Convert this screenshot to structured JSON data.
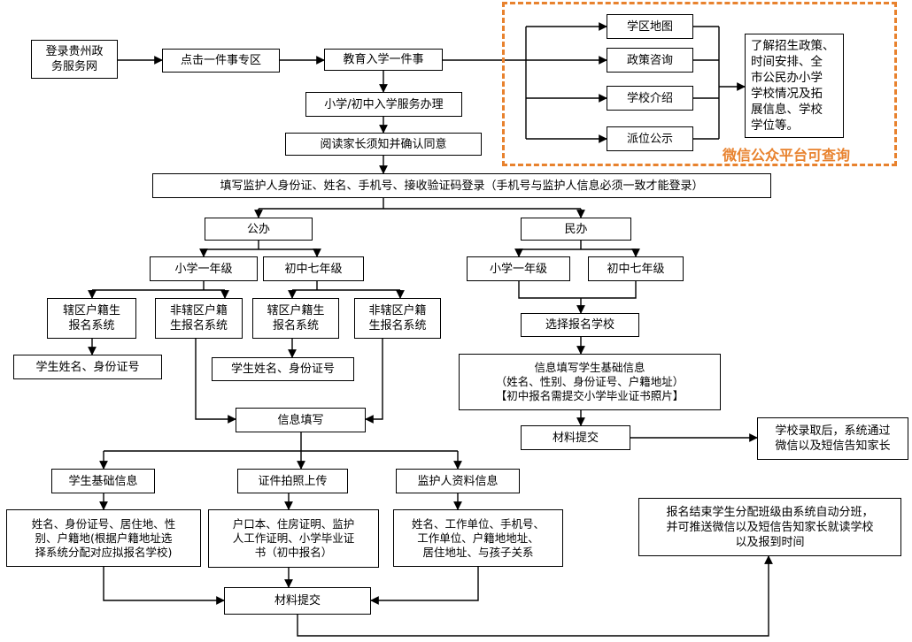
{
  "nodes": {
    "login": "登录贵州政\n务服务网",
    "one_thing_zone": "点击一件事专区",
    "edu_enroll": "教育入学一件事",
    "school_district_map": "学区地图",
    "policy_consult": "政策咨询",
    "school_intro": "学校介绍",
    "placement_notice": "派位公示",
    "wechat_info": "了解招生政策、\n时间安排、全\n市公民办小学\n学校情况及拓\n展信息、学校\n学位等。",
    "wechat_note": "微信公众平台可查询",
    "enroll_service": "小学/初中入学服务办理",
    "read_notice": "阅读家长须知并确认同意",
    "fill_guardian": "填写监护人身份证、姓名、手机号、接收验证码登录（手机号与监护人信息必须一致才能登录）",
    "public": "公办",
    "private": "民办",
    "pub_grade1": "小学一年级",
    "pub_grade7": "初中七年级",
    "pri_grade1": "小学一年级",
    "pri_grade7": "初中七年级",
    "local_sys_1": "辖区户籍生\n报名系统",
    "nonlocal_sys_1": "非辖区户籍\n生报名系统",
    "local_sys_7": "辖区户籍生\n报名系统",
    "nonlocal_sys_7": "非辖区户籍\n生报名系统",
    "student_id_1": "学生姓名、身份证号",
    "student_id_7": "学生姓名、身份证号",
    "info_fill": "信息填写",
    "student_basic": "学生基础信息",
    "cert_upload": "证件拍照上传",
    "guardian_info": "监护人资料信息",
    "student_basic_detail": "姓名、身份证号、居住地、性\n别、户籍地(根据户籍地址选\n择系统分配对应拟报名学校)",
    "cert_upload_detail": "户口本、住房证明、监护\n人工作证明、小学毕业证\n书（初中报名）",
    "guardian_info_detail": "姓名、工作单位、手机号、\n工作单位、户籍地地址、\n居住地址、与孩子关系",
    "submit_public": "材料提交",
    "choose_school": "选择报名学校",
    "private_info": "信息填写学生基础信息\n（姓名、性别、身份证号、户籍地址）\n【初中报名需提交小学毕业证书照片】",
    "submit_private": "材料提交",
    "private_result": "学校录取后，系统通过\n微信以及短信告知家长",
    "class_assign": "报名结束学生分配班级由系统自动分班，\n并可推送微信以及短信告知家长就读学校\n以及报到时间"
  },
  "colors": {
    "line": "#000000",
    "highlight": "#e8822e"
  }
}
